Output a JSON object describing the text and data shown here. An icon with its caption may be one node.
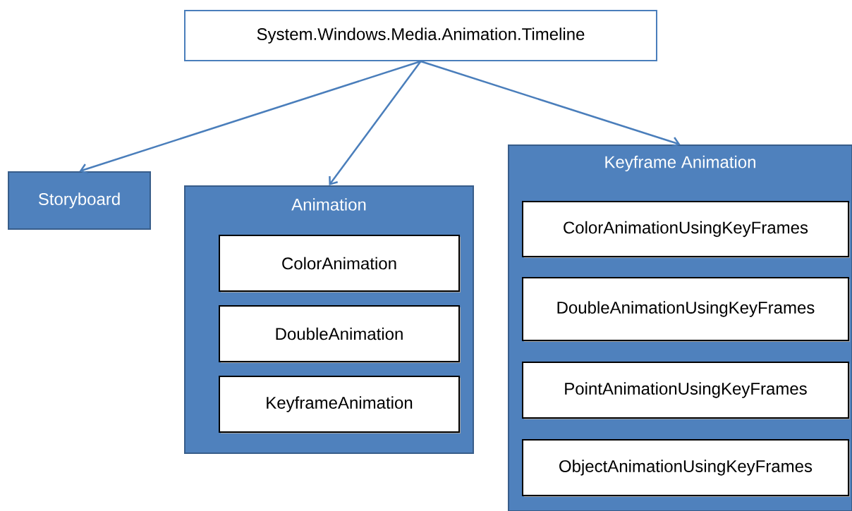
{
  "diagram": {
    "nodes": [
      {
        "text": [
          "System.Windows.Media.Animation.Timeline"
        ]
      },
      {
        "text": [
          "Storyboard"
        ]
      },
      {
        "text": [
          "Animation"
        ]
      },
      {
        "text": [
          "ColorAnimation"
        ],
        "in": 2
      },
      {
        "text": [
          "DoubleAnimation"
        ],
        "in": 2
      },
      {
        "text": [
          "KeyframeAnimation"
        ],
        "in": 2
      },
      {
        "text": [
          "Keyframe Animation"
        ]
      },
      {
        "text": [
          "ColorAnimationUsingKeyFrames"
        ],
        "in": 6
      },
      {
        "text": [
          "DoubleAnimationUsingKeyFrames"
        ],
        "in": 6
      },
      {
        "text": [
          "PointAnimationUsingKeyFrames"
        ],
        "in": 6
      },
      {
        "text": [
          "ObjectAnimationUsingKeyFrames"
        ],
        "in": 6
      }
    ],
    "edges": [
      {
        "from": 0,
        "to": 1,
        "arrow": "to"
      },
      {
        "from": 0,
        "to": 2,
        "arrow": "to"
      },
      {
        "from": 0,
        "to": 6,
        "arrow": "to"
      }
    ]
  }
}
